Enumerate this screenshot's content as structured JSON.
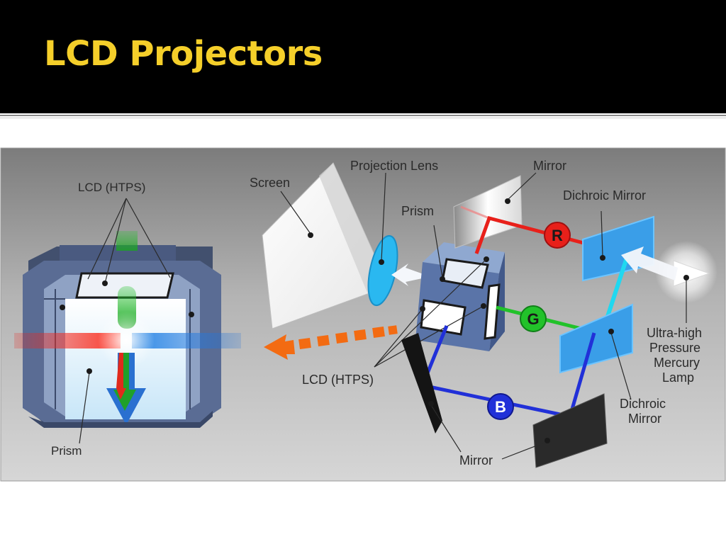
{
  "slide": {
    "title": "LCD Projectors",
    "title_color": "#f5cf2a"
  },
  "diagram": {
    "labels": {
      "lcd_htps_left": "LCD (HTPS)",
      "prism_left": "Prism",
      "screen": "Screen",
      "projection_lens": "Projection Lens",
      "prism_center": "Prism",
      "mirror_top": "Mirror",
      "dichroic_mirror_top": "Dichroic Mirror",
      "lcd_htps_center": "LCD (HTPS)",
      "mirror_bottom": "Mirror",
      "dichroic_mirror_bottom_line1": "Dichroic",
      "dichroic_mirror_bottom_line2": "Mirror",
      "lamp_line1": "Ultra-high",
      "lamp_line2": "Pressure",
      "lamp_line3": "Mercury",
      "lamp_line4": "Lamp"
    },
    "badges": {
      "red": "R",
      "green": "G",
      "blue": "B"
    },
    "colors": {
      "red_beam": "#e8201a",
      "green_beam": "#22c22a",
      "blue_beam": "#2130d8",
      "lens": "#2ab8f0",
      "dichroic": "#3a9ee8",
      "arrow_orange": "#f36b12",
      "panel_frame": "#5a6c94"
    }
  }
}
